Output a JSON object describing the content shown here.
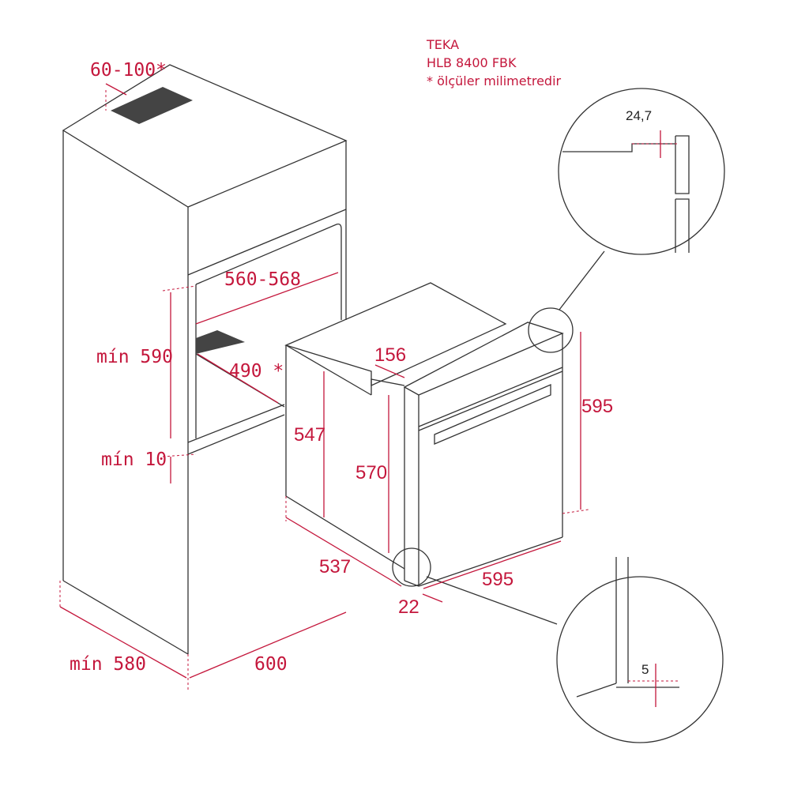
{
  "header": {
    "brand": "TEKA",
    "model": "HLB 8400 FBK",
    "note": "* ölçüler milimetredir"
  },
  "colors": {
    "accent": "#c4173c",
    "line": "#333333"
  },
  "cabinet": {
    "ventilation": "60-100*",
    "niche_width": "560-568",
    "niche_height": "mín 590",
    "niche_depth": "490 *",
    "bottom_gap": "mín 10",
    "depth": "mín 580",
    "width": "600"
  },
  "oven": {
    "step": "156",
    "side_height": "547",
    "body_height": "570",
    "front_height": "595",
    "depth": "537",
    "front_width": "595",
    "front_thickness": "22"
  },
  "details": {
    "top_gap": "24,7",
    "bottom_gap": "5"
  }
}
